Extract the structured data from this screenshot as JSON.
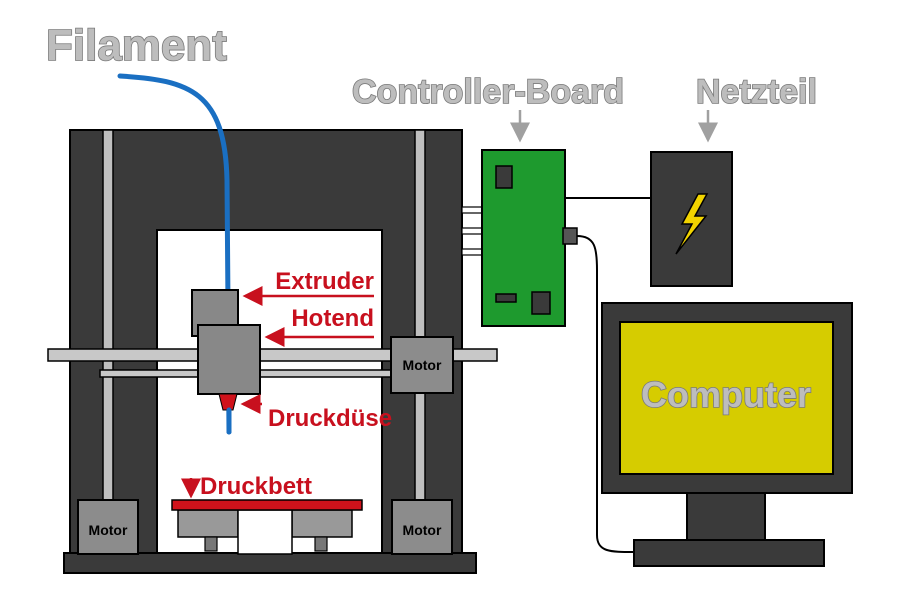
{
  "labels": {
    "filament": "Filament",
    "controller_board": "Controller-Board",
    "power_supply": "Netzteil",
    "computer": "Computer",
    "extruder": "Extruder",
    "hotend": "Hotend",
    "nozzle": "Druckdüse",
    "print_bed": "Druckbett",
    "motor": "Motor"
  },
  "colors": {
    "frame": "#3a3a3a",
    "filament": "#1a6fc2",
    "board": "#1e9a2e",
    "screen": "#d6cc00",
    "accent_red": "#c8101e",
    "bolt": "#f2d400",
    "label_gray": "#bdbdbd"
  },
  "icons": {
    "power": "lightning-bolt-icon"
  }
}
